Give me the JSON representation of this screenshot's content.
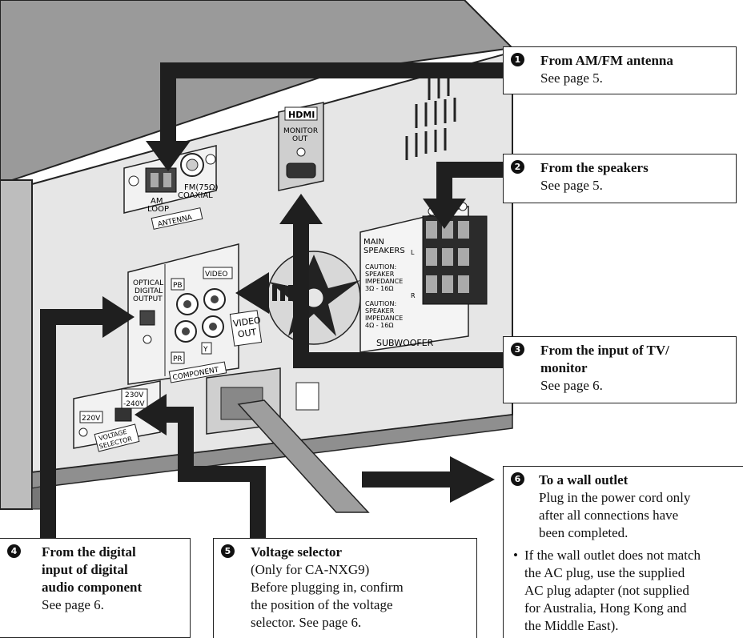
{
  "device_labels": {
    "hdmi": "HDMI",
    "monitor_out_1": "MONITOR",
    "monitor_out_2": "OUT",
    "am_1": "AM",
    "am_2": "LOOP",
    "fm_1": "FM(75Ω)",
    "fm_2": "COAXIAL",
    "antenna": "ANTENNA",
    "main_speakers_1": "MAIN",
    "main_speakers_2": "SPEAKERS",
    "caution_a_1": "CAUTION:",
    "caution_a_2": "SPEAKER",
    "caution_a_3": "IMPEDANCE",
    "caution_a_4": "3Ω - 16Ω",
    "caution_b_1": "CAUTION:",
    "caution_b_2": "SPEAKER",
    "caution_b_3": "IMPEDANCE",
    "caution_b_4": "4Ω - 16Ω",
    "subwoofer": "SUBWOOFER",
    "left": "L",
    "right": "R",
    "optical_1": "OPTICAL",
    "optical_2": "DIGITAL",
    "optical_3": "OUTPUT",
    "pb": "PB",
    "pr": "PR",
    "y": "Y",
    "video": "VIDEO",
    "component": "COMPONENT",
    "video_out_1": "VIDEO",
    "video_out_2": "OUT",
    "v230_1": "230V",
    "v230_2": "-240V",
    "v220": "220V",
    "voltage_1": "VOLTAGE",
    "voltage_2": "SELECTOR"
  },
  "callouts": {
    "c1": {
      "num": "1",
      "title": "From AM/FM antenna",
      "lines": [
        "See page 5."
      ]
    },
    "c2": {
      "num": "2",
      "title": "From the speakers",
      "lines": [
        "See page 5."
      ]
    },
    "c3": {
      "num": "3",
      "title_1": "From the input of TV/",
      "title_2": "monitor",
      "lines": [
        "See page 6."
      ]
    },
    "c4": {
      "num": "4",
      "title_1": "From the digital",
      "title_2": "input of digital",
      "title_3": "audio component",
      "lines": [
        "See page 6."
      ]
    },
    "c5": {
      "num": "5",
      "title": "Voltage selector",
      "lines": [
        "(Only for CA-NXG9)",
        "Before plugging in, confirm",
        "the position of the voltage",
        "selector. See page 6."
      ]
    },
    "c6": {
      "num": "6",
      "title": "To a wall outlet",
      "lines": [
        "Plug in the power cord only",
        "after all connections have",
        "been completed."
      ],
      "bullet": [
        "If the wall outlet does not match",
        "the AC plug, use the supplied",
        "AC plug adapter (not supplied",
        "for Australia, Hong Kong and",
        "the Middle East)."
      ]
    }
  }
}
